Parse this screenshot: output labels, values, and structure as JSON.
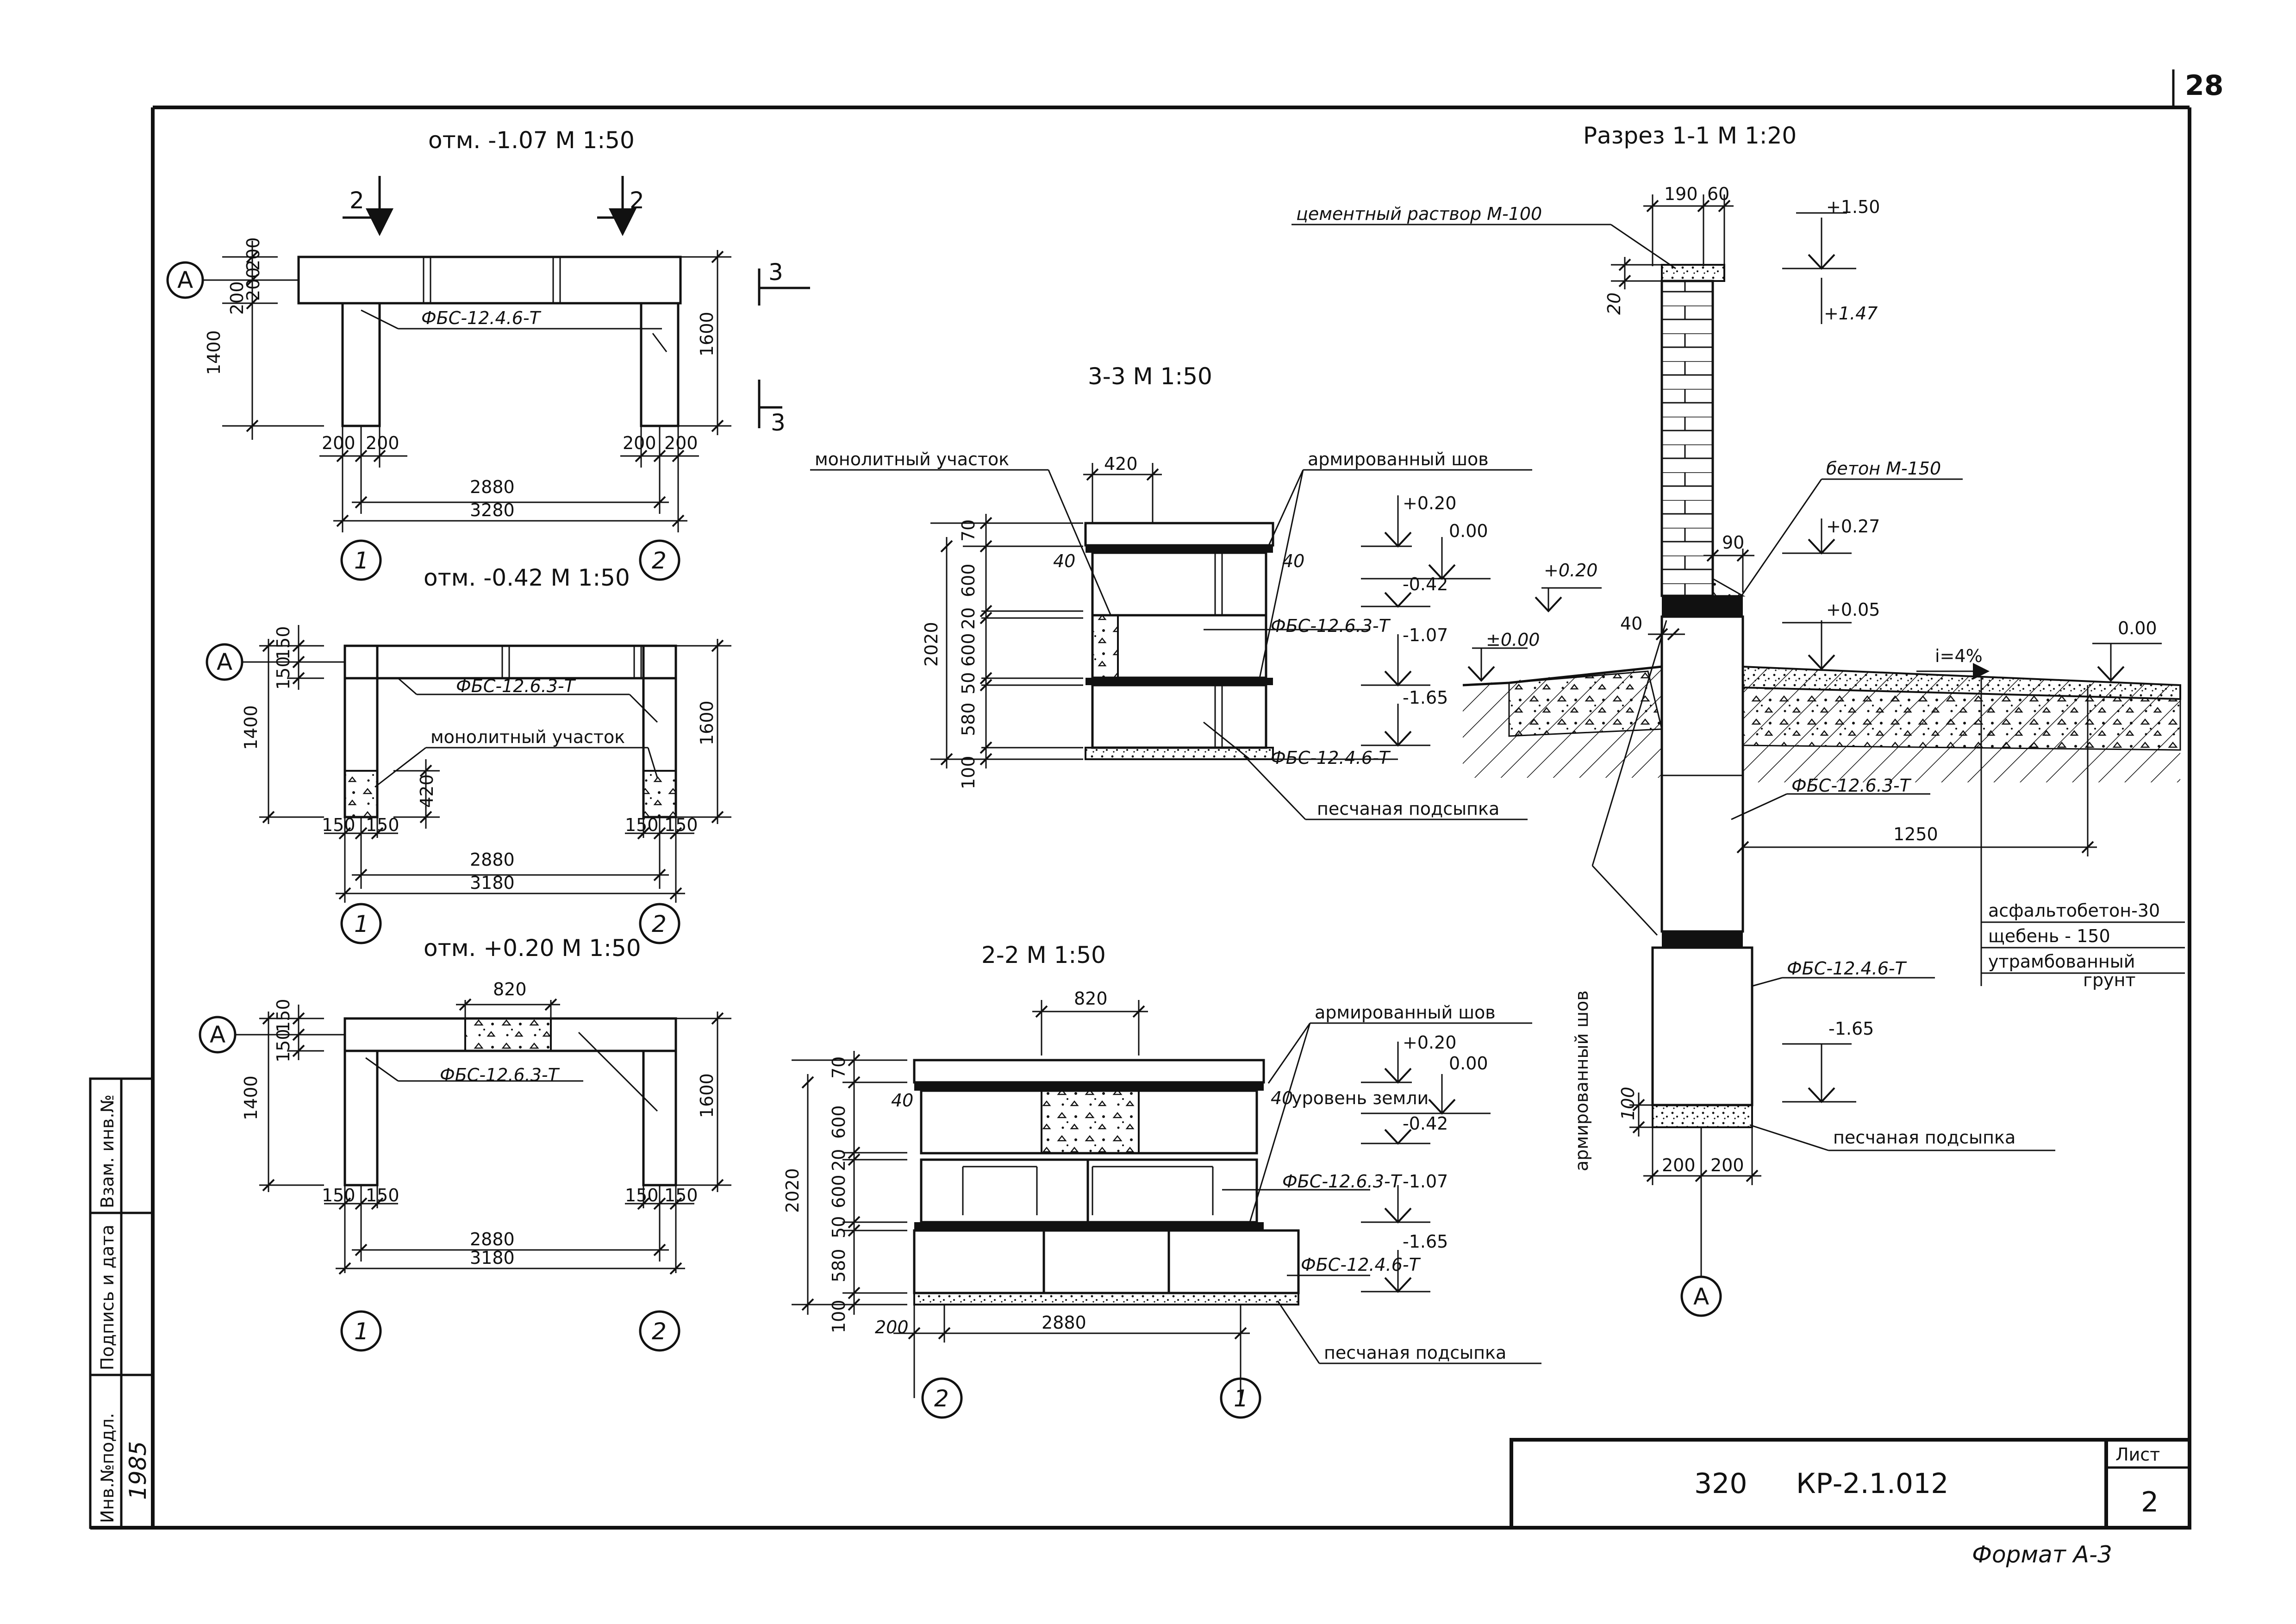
{
  "page_number": "28",
  "views": {
    "plan_m107": {
      "title": "отм. -1.07 М 1:50",
      "section_mark_2_left": "2",
      "section_mark_2_right": "2",
      "section_mark_3_top": "3",
      "section_mark_3_bottom": "3",
      "axis_a": "А",
      "axis_1": "1",
      "axis_2": "2",
      "block_label": "ФБС-12.4.6-Т",
      "dims": {
        "d200a": "200",
        "d200b": "200",
        "d200c": "200",
        "d1400": "1400",
        "d1600": "1600",
        "d200_1": "200",
        "d200_2": "200",
        "d200_3": "200",
        "d200_4": "200",
        "d2880": "2880",
        "d3280": "3280"
      }
    },
    "plan_m042": {
      "title": "отм. -0.42 М 1:50",
      "axis_a": "А",
      "axis_1": "1",
      "axis_2": "2",
      "block_label": "ФБС-12.6.3-Т",
      "monolith_label": "монолитный участок",
      "dims": {
        "d150a": "150",
        "d150b": "150",
        "d1400": "1400",
        "d1600": "1600",
        "d420": "420",
        "d150_1": "150",
        "d150_2": "150",
        "d150_3": "150",
        "d150_4": "150",
        "d2880": "2880",
        "d3180": "3180"
      }
    },
    "plan_p020": {
      "title": "отм. +0.20 М 1:50",
      "axis_a": "А",
      "axis_1": "1",
      "axis_2": "2",
      "block_label": "ФБС-12.6.3-Т",
      "dims": {
        "d820": "820",
        "d150a": "150",
        "d150b": "150",
        "d1400": "1400",
        "d1600": "1600",
        "d150_1": "150",
        "d150_2": "150",
        "d150_3": "150",
        "d150_4": "150",
        "d2880": "2880",
        "d3180": "3180"
      }
    },
    "section_33": {
      "title": "3-3 М 1:50",
      "monolith_label": "монолитный участок",
      "reinforced_seam": "армированный шов",
      "block_top": "ФБС-12.6.3-Т",
      "block_bottom": "ФБС-12.4.6-Т",
      "sand_bed": "песчаная подсыпка",
      "dims": {
        "d420": "420",
        "d40a": "40",
        "d40b": "40",
        "d70": "70",
        "d600a": "600",
        "d20a": "20",
        "d600b": "600",
        "d50": "50",
        "d580": "580",
        "d100": "100",
        "d2020": "2020"
      },
      "levels": {
        "l1": "+0.20",
        "l2": "0.00",
        "l3": "-0.42",
        "l4": "-1.07",
        "l5": "-1.65"
      }
    },
    "section_22": {
      "title": "2-2 М 1:50",
      "reinforced_seam": "армированный шов",
      "ground_level": "уровень земли",
      "block_top": "ФБС-12.6.3-Т",
      "block_bottom": "ФБС-12.4.6-Т",
      "sand_bed": "песчаная подсыпка",
      "axis_1": "1",
      "axis_2": "2",
      "dims": {
        "d820": "820",
        "d40a": "40",
        "d40b": "40",
        "d70": "70",
        "d600a": "600",
        "d20": "20",
        "d600b": "600",
        "d50": "50",
        "d580": "580",
        "d100": "100",
        "d2020": "2020",
        "d200": "200",
        "d2880": "2880"
      },
      "levels": {
        "l1": "+0.20",
        "l2": "0.00",
        "l3": "-0.42",
        "l4": "-1.07",
        "l5": "-1.65"
      }
    },
    "section_11": {
      "title": "Разрез 1-1 М 1:20",
      "cement_mortar": "цементный раствор М-100",
      "concrete": "бетон М-150",
      "reinforced_seam": "армированный шов",
      "block_top": "ФБС-12.6.3-Т",
      "block_bottom": "ФБС-12.4.6-Т",
      "sand_bed": "песчаная подсыпка",
      "slope": "i=4%",
      "layers": [
        "асфальтобетон-30",
        "щебень - 150",
        "утрамбованный",
        "грунт"
      ],
      "axis_a": "А",
      "dims": {
        "d190": "190",
        "d60": "60",
        "d20": "20",
        "d90": "90",
        "d40": "40",
        "d1250": "1250",
        "d100": "100",
        "d200a": "200",
        "d200b": "200"
      },
      "levels": {
        "l150": "+1.50",
        "l147": "+1.47",
        "l027": "+0.27",
        "l005": "+0.05",
        "l000": "0.00",
        "l000b": "±0.00",
        "l020": "+0.20",
        "l165": "-1.65"
      }
    }
  },
  "title_block": {
    "project": "320",
    "code": "КР-2.1.012",
    "sheet_label": "Лист",
    "sheet_number": "2"
  },
  "side_stamp": {
    "inv_orig": "Инв.№подл.",
    "sign_date": "Подпись и дата",
    "inv_repl": "Взам. инв.№",
    "inv_value": "1985"
  },
  "format_note": "Формат А-3"
}
